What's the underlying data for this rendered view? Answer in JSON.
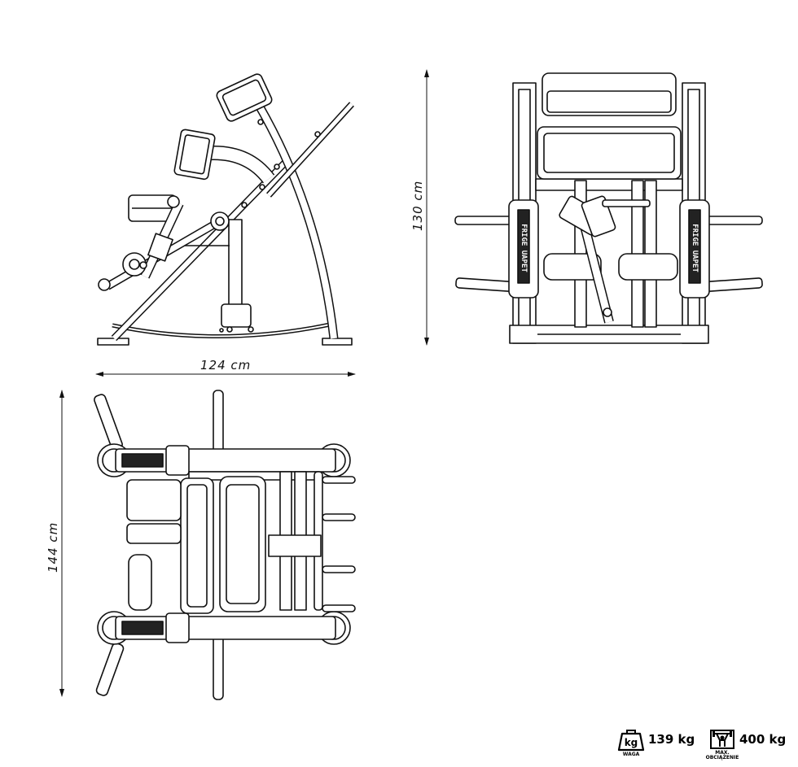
{
  "dimensions": {
    "width_label": "124 cm",
    "height_label": "130 cm",
    "depth_label": "144 cm"
  },
  "brand_text": "FRIGE UAPET",
  "specs": {
    "weight": {
      "icon": "kg-weight-icon",
      "icon_text": "kg",
      "caption": "WAGA",
      "value": "139 kg"
    },
    "max_load": {
      "icon": "lifter-icon",
      "caption": "MAX.\nOBCIĄŻENIE",
      "value": "400 kg"
    }
  },
  "colors": {
    "line": "#111111",
    "fill": "#ffffff"
  }
}
